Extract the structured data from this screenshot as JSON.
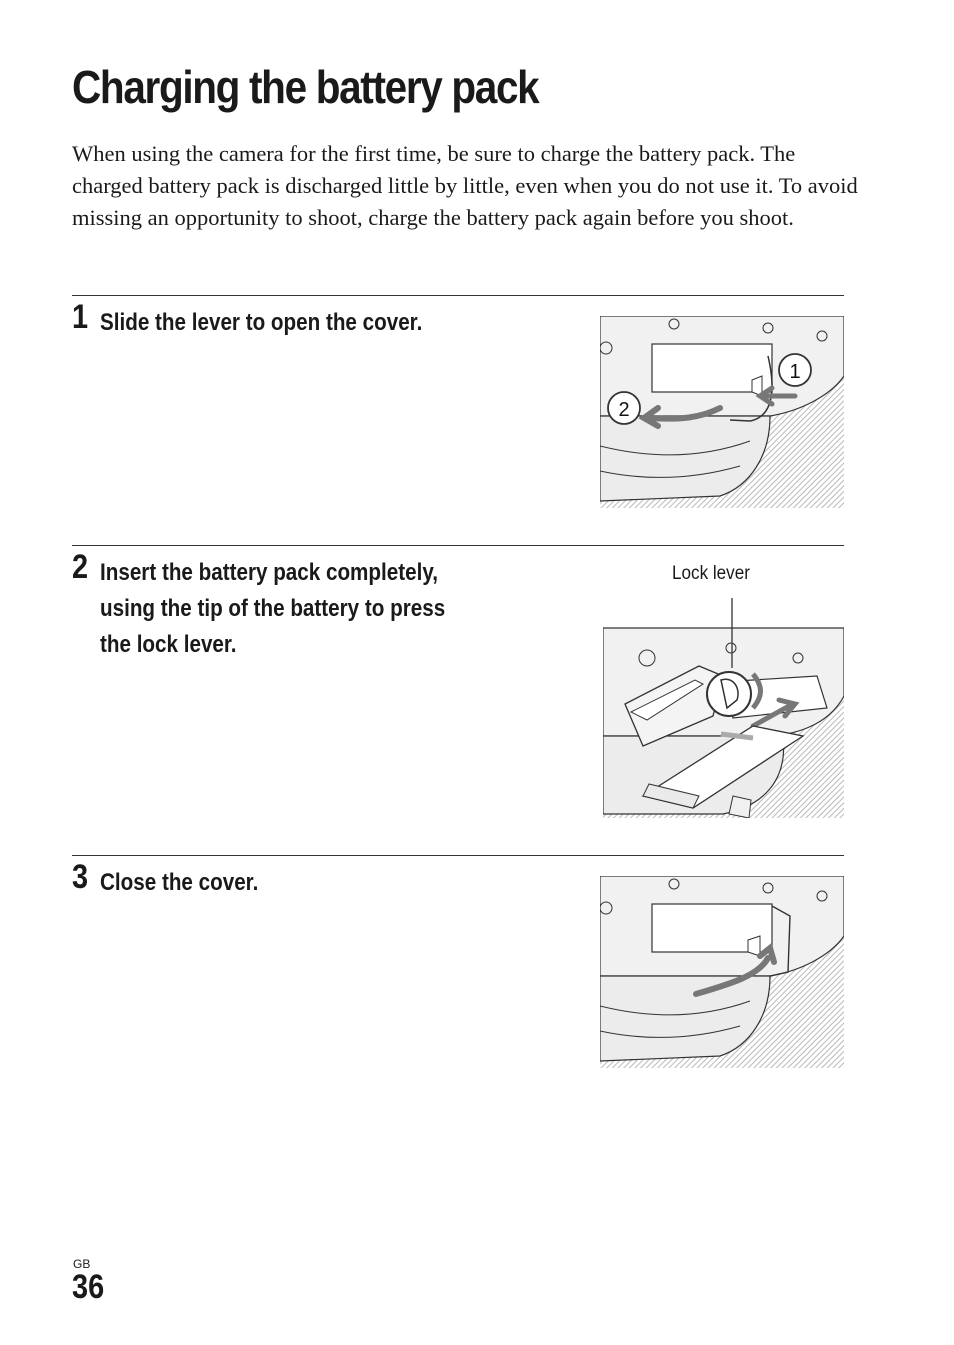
{
  "page": {
    "title": "Charging the battery pack",
    "intro": "When using the camera for the first time, be sure to charge the battery pack. The charged battery pack is discharged little by little, even when you do not use it. To avoid missing an opportunity to shoot, charge the battery pack again before you shoot.",
    "region_code": "GB",
    "page_number": "36"
  },
  "steps": [
    {
      "number": "1",
      "text": "Slide the lever to open the cover.",
      "illustration": {
        "markers": [
          "1",
          "2"
        ]
      }
    },
    {
      "number": "2",
      "text": "Insert the battery pack completely, using the tip of the battery to press the lock lever.",
      "illustration": {
        "callout": "Lock lever"
      }
    },
    {
      "number": "3",
      "text": "Close the cover."
    }
  ]
}
